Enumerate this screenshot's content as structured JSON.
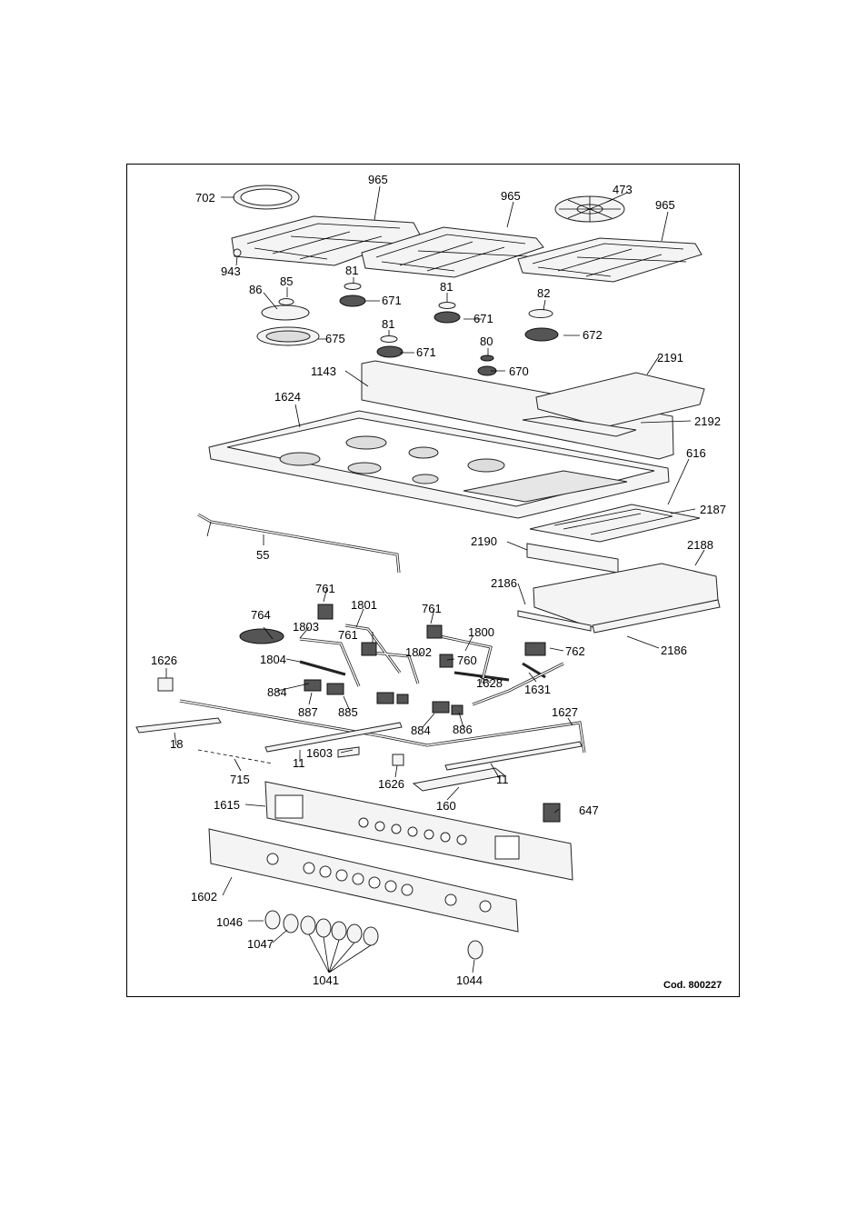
{
  "diagram": {
    "code_label": "Cod. 800227",
    "callouts": [
      {
        "id": "702",
        "text": "702"
      },
      {
        "id": "965a",
        "text": "965"
      },
      {
        "id": "965b",
        "text": "965"
      },
      {
        "id": "965c",
        "text": "965"
      },
      {
        "id": "473",
        "text": "473"
      },
      {
        "id": "943",
        "text": "943"
      },
      {
        "id": "85",
        "text": "85"
      },
      {
        "id": "81a",
        "text": "81"
      },
      {
        "id": "81b",
        "text": "81"
      },
      {
        "id": "82",
        "text": "82"
      },
      {
        "id": "86",
        "text": "86"
      },
      {
        "id": "671a",
        "text": "671"
      },
      {
        "id": "671b",
        "text": "671"
      },
      {
        "id": "675",
        "text": "675"
      },
      {
        "id": "81c",
        "text": "81"
      },
      {
        "id": "672",
        "text": "672"
      },
      {
        "id": "80",
        "text": "80"
      },
      {
        "id": "671c",
        "text": "671"
      },
      {
        "id": "670",
        "text": "670"
      },
      {
        "id": "2191",
        "text": "2191"
      },
      {
        "id": "1143",
        "text": "1143"
      },
      {
        "id": "1624",
        "text": "1624"
      },
      {
        "id": "2192",
        "text": "2192"
      },
      {
        "id": "616",
        "text": "616"
      },
      {
        "id": "2187",
        "text": "2187"
      },
      {
        "id": "55",
        "text": "55"
      },
      {
        "id": "2190",
        "text": "2190"
      },
      {
        "id": "2188",
        "text": "2188"
      },
      {
        "id": "2186a",
        "text": "2186"
      },
      {
        "id": "761a",
        "text": "761"
      },
      {
        "id": "1801",
        "text": "1801"
      },
      {
        "id": "761b",
        "text": "761"
      },
      {
        "id": "764",
        "text": "764"
      },
      {
        "id": "1803",
        "text": "1803"
      },
      {
        "id": "1800",
        "text": "1800"
      },
      {
        "id": "761c",
        "text": "761"
      },
      {
        "id": "2186b",
        "text": "2186"
      },
      {
        "id": "1802",
        "text": "1802"
      },
      {
        "id": "762",
        "text": "762"
      },
      {
        "id": "1804",
        "text": "1804"
      },
      {
        "id": "760",
        "text": "760"
      },
      {
        "id": "1626a",
        "text": "1626"
      },
      {
        "id": "1628",
        "text": "1628"
      },
      {
        "id": "1631",
        "text": "1631"
      },
      {
        "id": "884a",
        "text": "884"
      },
      {
        "id": "887",
        "text": "887"
      },
      {
        "id": "885",
        "text": "885"
      },
      {
        "id": "1627",
        "text": "1627"
      },
      {
        "id": "884b",
        "text": "884"
      },
      {
        "id": "886",
        "text": "886"
      },
      {
        "id": "18",
        "text": "18"
      },
      {
        "id": "11a",
        "text": "11"
      },
      {
        "id": "1603",
        "text": "1603"
      },
      {
        "id": "715",
        "text": "715"
      },
      {
        "id": "1626b",
        "text": "1626"
      },
      {
        "id": "11b",
        "text": "11"
      },
      {
        "id": "160",
        "text": "160"
      },
      {
        "id": "1615",
        "text": "1615"
      },
      {
        "id": "647",
        "text": "647"
      },
      {
        "id": "1602",
        "text": "1602"
      },
      {
        "id": "1046",
        "text": "1046"
      },
      {
        "id": "1047",
        "text": "1047"
      },
      {
        "id": "1041",
        "text": "1041"
      },
      {
        "id": "1044",
        "text": "1044"
      }
    ]
  }
}
